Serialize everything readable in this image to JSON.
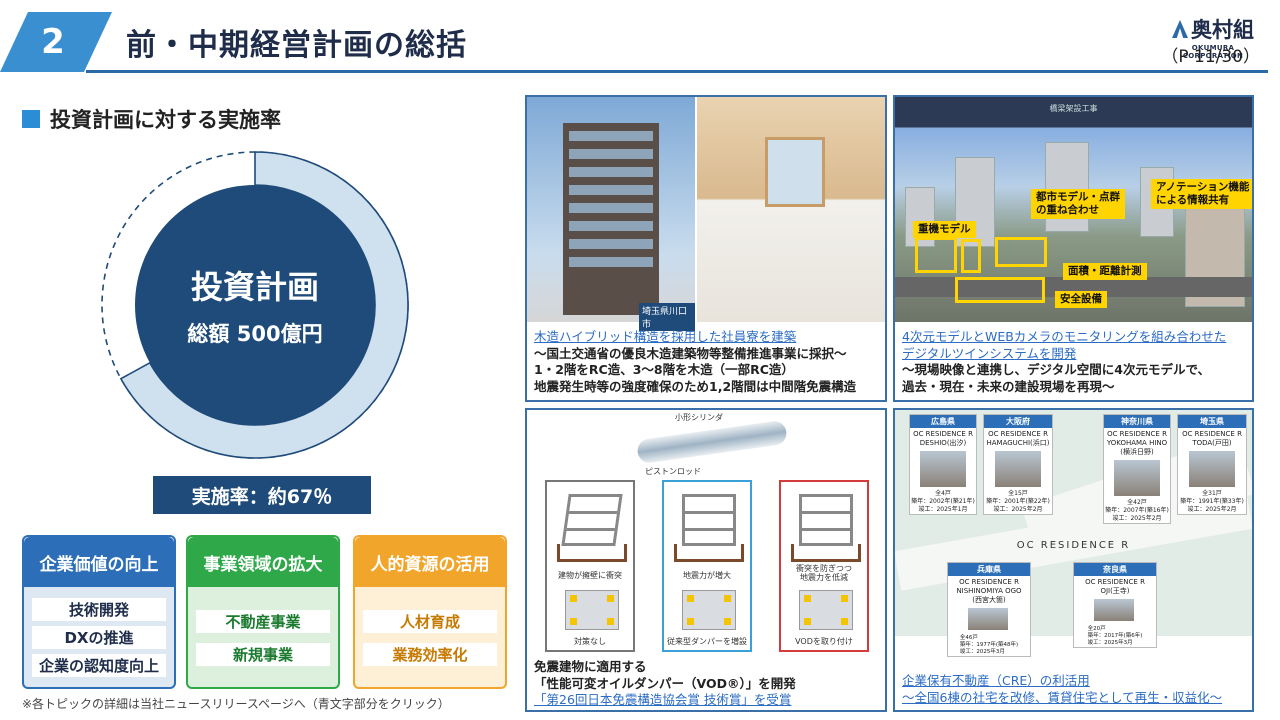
{
  "header": {
    "section_number": "2",
    "title": "前・中期経営計画の総括",
    "logo_jp": "奥村組",
    "logo_en": "OKUMURA CORPORATION",
    "page": "（P 11/30）"
  },
  "left": {
    "section_title": "投資計画に対する実施率",
    "donut": {
      "title": "投資計画",
      "total": "総額 500億円",
      "progress": 0.67,
      "color_done": "#1f4b7a",
      "color_ring": "#cfe0ef"
    },
    "rate_label": "実施率：約67％",
    "categories": [
      {
        "title": "企業価値の向上",
        "items": [
          "技術開発",
          "DXの推進",
          "企業の認知度向上"
        ]
      },
      {
        "title": "事業領域の拡大",
        "items": [
          "不動産事業",
          "新規事業"
        ]
      },
      {
        "title": "人的資源の活用",
        "items": [
          "人材育成",
          "業務効率化"
        ]
      }
    ],
    "note": "※各トピックの詳細は当社ニュースリリースページへ（青文字部分をクリック）"
  },
  "panels": {
    "p1": {
      "photo_label": "埼玉県川口市",
      "link": "木造ハイブリッド構造を採用した社員寮を建築",
      "lines": [
        "〜国土交通省の優良木造建築物等整備推進事業に採択〜",
        "1・2階をRC造、3〜8階を木造（一部RC造）",
        "地震発生時等の強度確保のため1,2階間は中間階免震構造"
      ]
    },
    "p2": {
      "screen_title": "橋梁架設工事",
      "labels": {
        "city": "都市モデル・点群\nの重ね合わせ",
        "annotation": "アノテーション機能\nによる情報共有",
        "crane": "重機モデル",
        "measure": "面積・距離計測",
        "safety": "安全設備"
      },
      "link1": "4次元モデルとWEBカメラのモニタリングを組み合わせた",
      "link2": "デジタルツインシステムを開発",
      "lines": [
        "〜現場映像と連携し、デジタル空間に4次元モデルで、",
        "過去・現在・未来の建設現場を再現〜"
      ]
    },
    "p3": {
      "cylinder": "小形シリンダ",
      "rod": "ピストンロッド",
      "cases": [
        {
          "top": "建物が擁壁に衝突",
          "bottom": "対策なし"
        },
        {
          "top": "地震力が増大",
          "bottom": "従来型ダンパーを増設"
        },
        {
          "top": "衝突を防ぎつつ\n地震力を低減",
          "bottom": "VODを取り付け"
        }
      ],
      "line1": "免震建物に適用する",
      "line2": "「性能可変オイルダンパー（VOD®）」を開発",
      "link": "「第26回日本免震構造協会賞 技術賞」を受賞"
    },
    "p4": {
      "brand": "OC RESIDENCE R",
      "residences": [
        {
          "pref": "広島県",
          "name": "OC RESIDENCE R\nDESHIO(出汐)",
          "info": "全4戸\n築年：2002年(築21年)\n竣工：2025年1月"
        },
        {
          "pref": "大阪府",
          "name": "OC RESIDENCE R\nHAMAGUCHI(浜口)",
          "info": "全15戸\n築年：2001年(築22年)\n竣工：2025年2月"
        },
        {
          "pref": "神奈川県",
          "name": "OC RESIDENCE R\nYOKOHAMA HINO\n(横浜日野)",
          "info": "全42戸\n築年：2007年(築16年)\n竣工：2025年2月"
        },
        {
          "pref": "埼玉県",
          "name": "OC RESIDENCE R\nTODA(戸田)",
          "info": "全31戸\n築年：1991年(築33年)\n竣工：2025年2月"
        },
        {
          "pref": "兵庫県",
          "name": "OC RESIDENCE R\nNISHINOMIYA OGO\n(西宮大箇)",
          "info": "全46戸\n築年：1977年(築48年)\n竣工：2025年3月"
        },
        {
          "pref": "奈良県",
          "name": "OC RESIDENCE R\nOJI(王寺)",
          "info": "全20戸\n築年：2017年(築6年)\n竣工：2025年3月"
        }
      ],
      "link1": "企業保有不動産（CRE）の利活用",
      "link2": "〜全国6棟の社宅を改修、賃貸住宅として再生・収益化〜"
    }
  }
}
